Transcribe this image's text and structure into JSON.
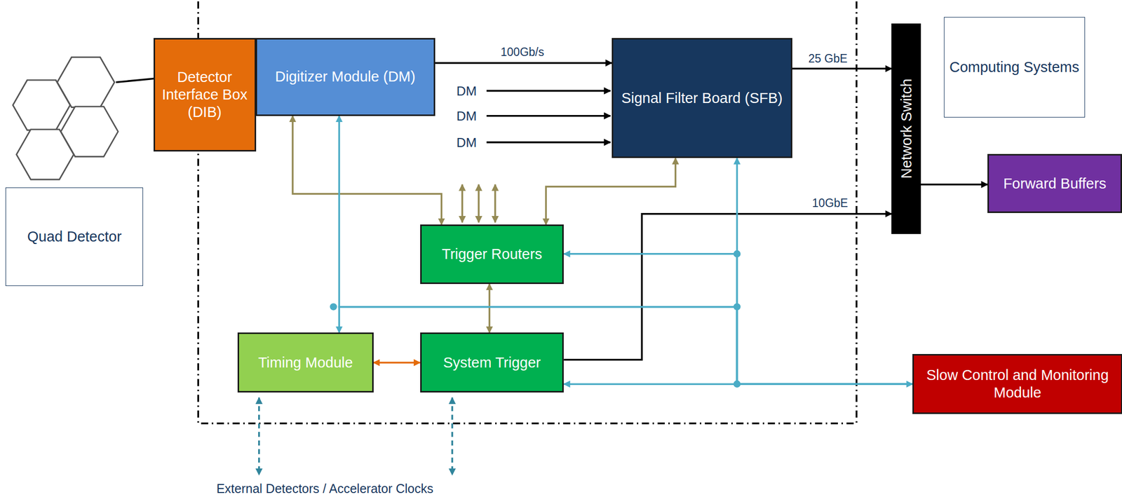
{
  "diagram": {
    "nodes": [
      {
        "text": [
          "Detector Interface Box (DIB)"
        ]
      },
      {
        "text": [
          "Digitizer Module (DM)"
        ]
      },
      {
        "text": [
          "Signal Filter Board (SFB)"
        ]
      },
      {
        "text": [
          "Computing Systems"
        ]
      },
      {
        "text": [
          "Network Switch"
        ]
      },
      {
        "text": [
          "Forward Buffers"
        ]
      },
      {
        "text": [
          "Quad Detector"
        ]
      },
      {
        "text": [
          "Trigger Routers"
        ]
      },
      {
        "text": [
          "Timing Module"
        ]
      },
      {
        "text": [
          "System Trigger"
        ]
      },
      {
        "text": [
          "Slow Control and Monitoring Module"
        ]
      }
    ],
    "edges": [
      {
        "from": 1,
        "to": 2,
        "label": "100Gb/s",
        "arrow": "to"
      },
      {
        "from": 2,
        "to": 4,
        "label": "25 GbE",
        "arrow": "to"
      },
      {
        "from": 4,
        "to": 5,
        "arrow": "to"
      },
      {
        "from": 9,
        "to": 4,
        "label": "10GbE",
        "arrow": "to"
      },
      {
        "from": 1,
        "to": 7,
        "arrow": "both"
      },
      {
        "from": 2,
        "to": 7,
        "arrow": "both"
      },
      {
        "from": 7,
        "to": 9,
        "arrow": "both"
      },
      {
        "from": 8,
        "to": 9,
        "arrow": "both"
      },
      {
        "from": 10,
        "to": 9,
        "arrow": "both"
      },
      {
        "from": 10,
        "to": 2,
        "arrow": "to"
      },
      {
        "from": 10,
        "to": 7,
        "arrow": "to"
      },
      {
        "from": 10,
        "to": 1,
        "arrow": "to"
      },
      {
        "from": 10,
        "to": 8,
        "arrow": "to"
      }
    ],
    "labels": [
      "DM",
      "DM",
      "DM",
      "External Detectors / Accelerator Clocks"
    ]
  }
}
